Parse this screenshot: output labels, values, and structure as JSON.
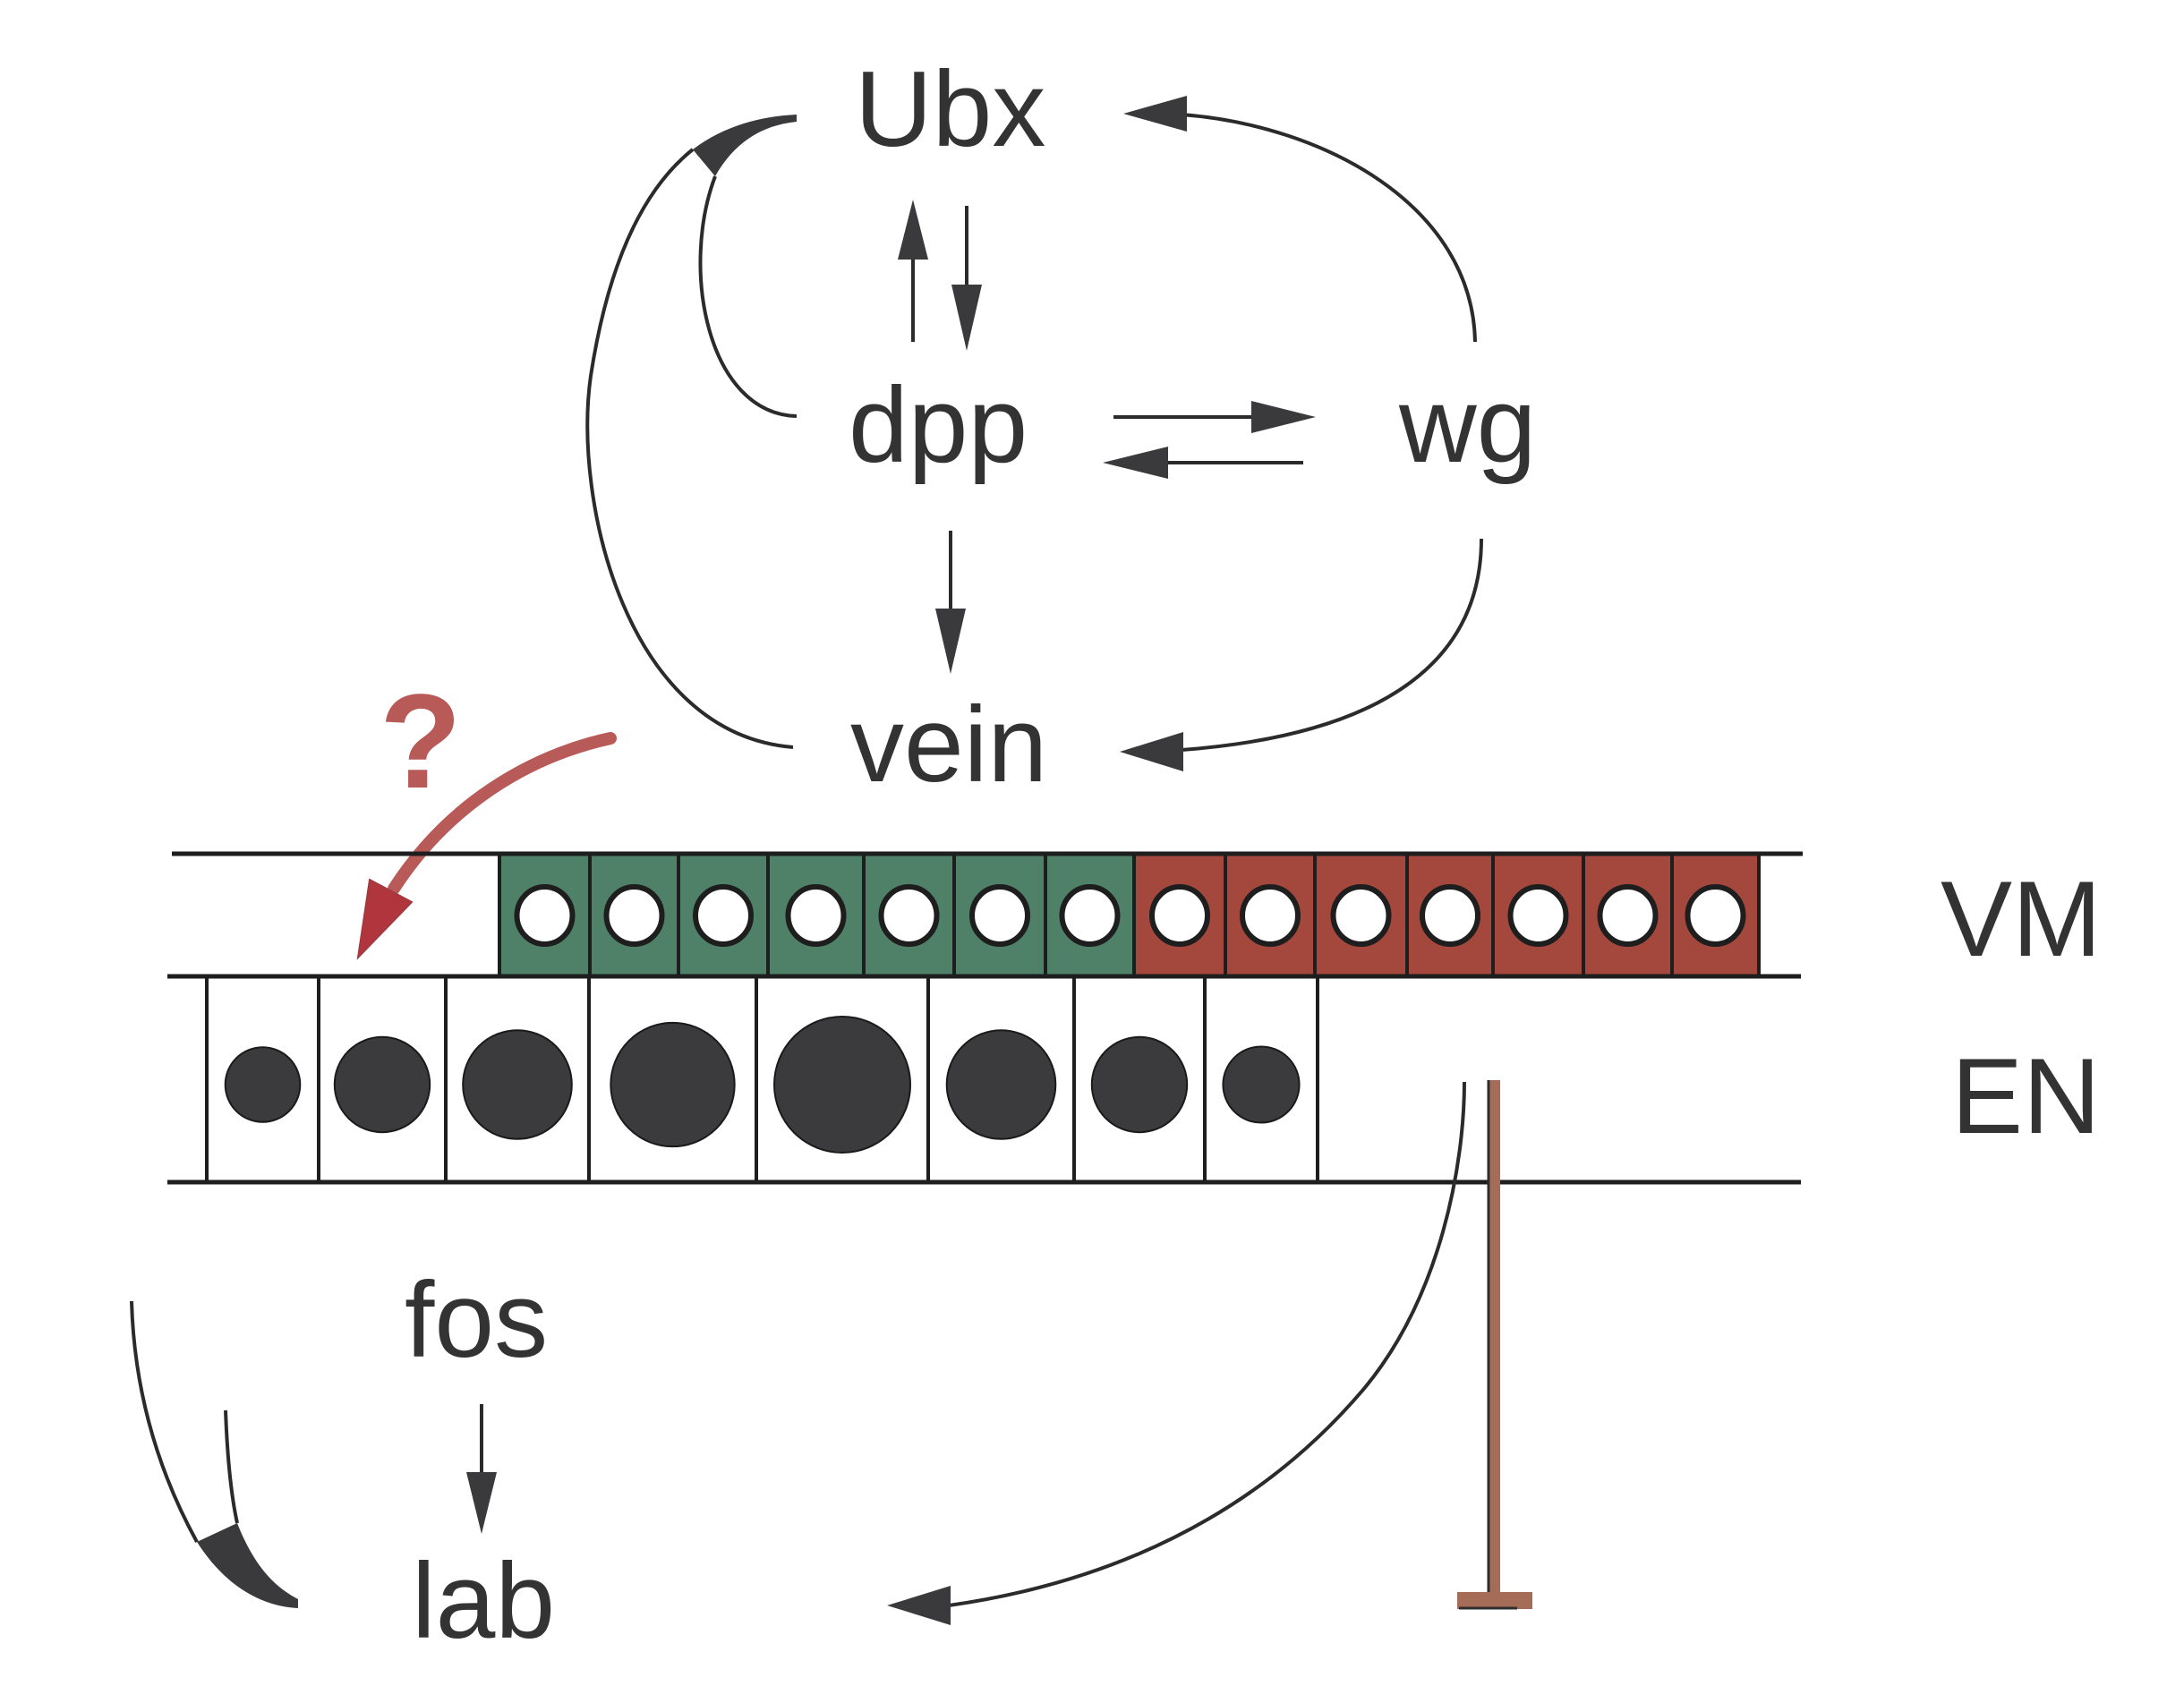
{
  "figure": {
    "description": "Regulatory network diagram of visceral mesoderm (VM) to endoderm (EN) signaling",
    "nodes": {
      "ubx": "Ubx",
      "dpp": "dpp",
      "wg": "wg",
      "vein": "vein",
      "fos": "fos",
      "lab": "lab"
    },
    "layer_labels": {
      "vm": "VM",
      "en": "EN"
    },
    "question_mark": "?",
    "edges": [
      {
        "from": "Ubx",
        "to": "dpp",
        "type": "activation"
      },
      {
        "from": "dpp",
        "to": "Ubx",
        "type": "activation"
      },
      {
        "from": "dpp",
        "to": "Ubx",
        "type": "autoregulation-horn"
      },
      {
        "from": "vein",
        "to": "Ubx",
        "type": "autoregulation-horn"
      },
      {
        "from": "dpp",
        "to": "wg",
        "type": "activation"
      },
      {
        "from": "wg",
        "to": "dpp",
        "type": "activation"
      },
      {
        "from": "wg",
        "to": "Ubx",
        "type": "activation"
      },
      {
        "from": "dpp",
        "to": "vein",
        "type": "activation"
      },
      {
        "from": "wg",
        "to": "vein",
        "type": "activation"
      },
      {
        "from": "vein",
        "to": "EN",
        "type": "uncertain-activation"
      },
      {
        "from": "fos",
        "to": "lab",
        "type": "activation"
      },
      {
        "from": "EN",
        "to": "lab",
        "type": "activation"
      },
      {
        "from": "EN",
        "to": "lab",
        "type": "inhibition"
      },
      {
        "from": "lab",
        "to": "lab",
        "type": "autoregulation-horn"
      }
    ],
    "vm_row": {
      "green_cells": 7,
      "red_cells": 7
    },
    "en_row": {
      "cells": 8,
      "nucleus_relative_size": [
        0.55,
        0.7,
        0.8,
        0.91,
        1.0,
        0.8,
        0.7,
        0.56
      ]
    },
    "colors": {
      "ink": "#333333",
      "green_vm": "#4f8068",
      "red_vm": "#a4473c",
      "question_red": "#b85a57",
      "arrowhead_red": "#b0353d",
      "inhibitor_brown": "#a56c58",
      "nucleus_dark": "#3b3b3d"
    }
  }
}
